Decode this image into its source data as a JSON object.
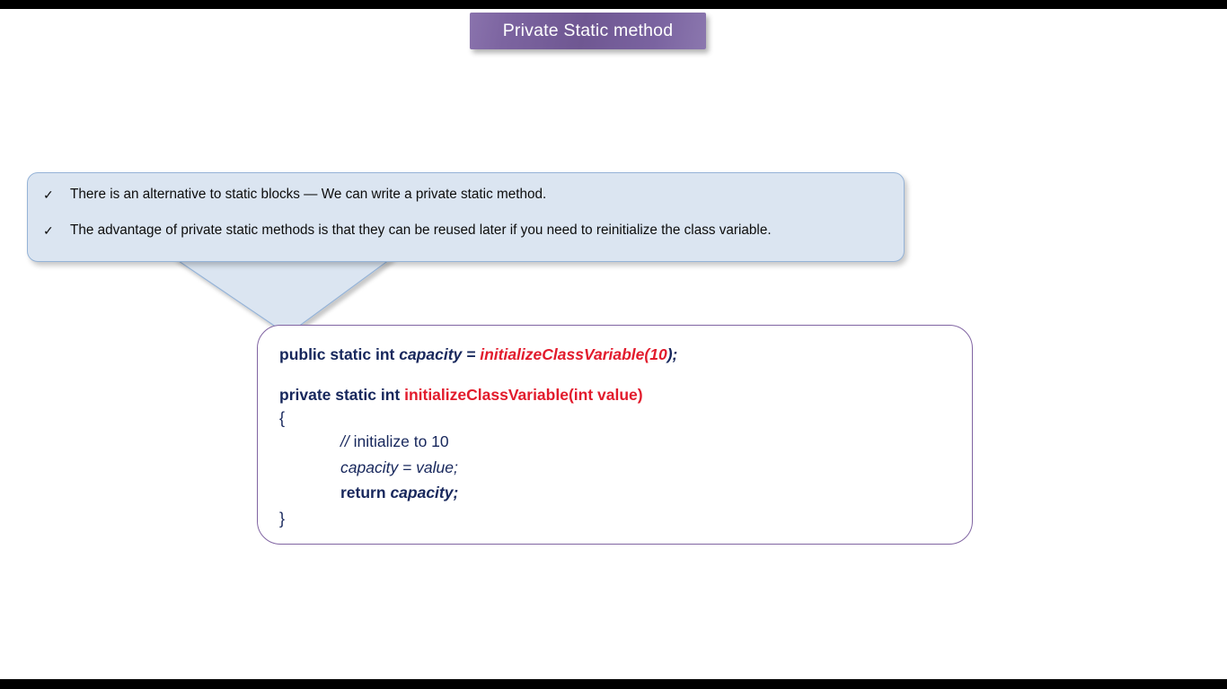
{
  "slide": {
    "title": "Private Static method",
    "title_bg_start": "#8a73ad",
    "title_bg_end": "#6f5792",
    "background": "#ffffff"
  },
  "letterbox": {
    "color": "#000000",
    "top_height": "10",
    "bottom_height": "11"
  },
  "callout": {
    "fill": "#dbe5f1",
    "border": "#95b3d7",
    "bullet_glyph": "✓",
    "bullets": [
      "There is an alternative to static blocks — We can write a private static method.",
      "The advantage of private static methods is that they can be reused later if you need to reinitialize the class variable."
    ]
  },
  "code_box": {
    "border_color": "#8064a2",
    "text_color": "#17275c",
    "highlight_color": "#e21b2c",
    "lines": {
      "declaration": {
        "keywords": "public static int ",
        "variable": "capacity = ",
        "call": "initializeClassVariable(10",
        "terminator": ");"
      },
      "method_signature": {
        "keywords": "private static int ",
        "name": "initializeClassVariable(int value)"
      },
      "open_brace": "{",
      "comment_slashes": "// ",
      "comment_text": "initialize to 10",
      "assignment": "capacity = value;",
      "return_keyword": "return ",
      "return_value": "capacity;",
      "close_brace": "}"
    }
  }
}
